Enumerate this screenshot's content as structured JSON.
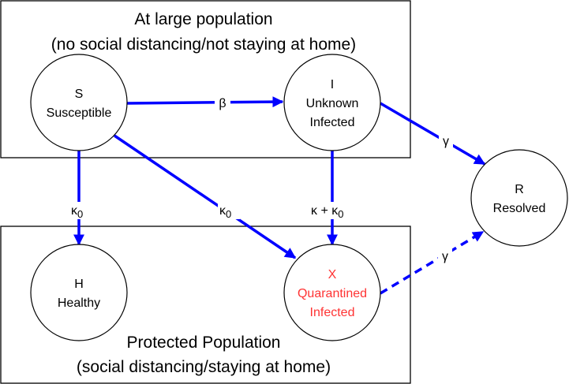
{
  "groups": {
    "large": {
      "title_line1": "At large population",
      "title_line2": "(no social distancing/not staying at home)"
    },
    "protected": {
      "title_line1": "Protected Population",
      "title_line2": "(social distancing/staying at home)"
    }
  },
  "nodes": {
    "S": {
      "symbol": "S",
      "name": "Susceptible"
    },
    "I": {
      "symbol": "I",
      "name_line1": "Unknown",
      "name_line2": "Infected"
    },
    "R": {
      "symbol": "R",
      "name": "Resolved"
    },
    "H": {
      "symbol": "H",
      "name": "Healthy"
    },
    "X": {
      "symbol": "X",
      "name_line1": "Quarantined",
      "name_line2": "Infected",
      "color": "#ff3333"
    }
  },
  "edges": {
    "S_I": {
      "label": "β"
    },
    "I_R": {
      "label": "γ"
    },
    "S_H": {
      "label": "κ",
      "sub": "0"
    },
    "S_X": {
      "label": "κ",
      "sub": "0"
    },
    "I_X": {
      "label": "κ + κ",
      "sub": "0"
    },
    "X_R": {
      "label": "γ",
      "style": "dashed"
    }
  },
  "colors": {
    "edge": "#0000ff",
    "quarantined_text": "#ff3333"
  }
}
